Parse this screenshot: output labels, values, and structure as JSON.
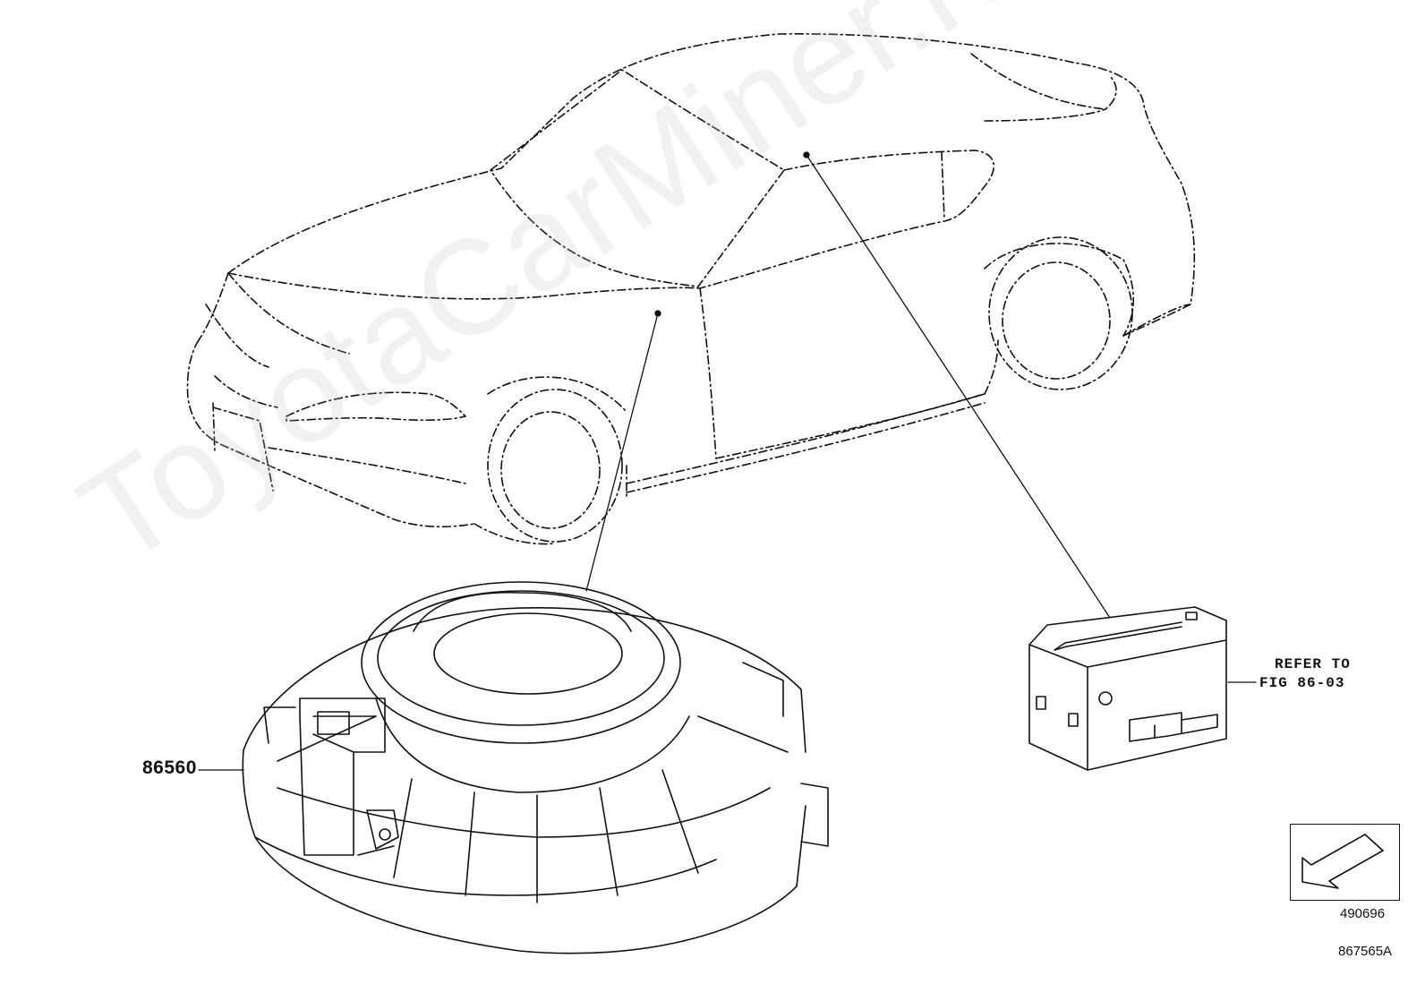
{
  "diagram": {
    "part_number": "86560",
    "reference": {
      "line1": "REFER TO",
      "line2": "FIG 86-03"
    },
    "navigation_code": "490696",
    "figure_code": "867565A",
    "watermark": "ToyotaCarMiner.ru",
    "colors": {
      "line": "#111111",
      "background": "#ffffff"
    },
    "icons": {
      "vehicle": "sports-car-outline",
      "speaker": "speaker-unit",
      "module": "control-module",
      "navigation": "arrow-down-left-icon"
    }
  }
}
